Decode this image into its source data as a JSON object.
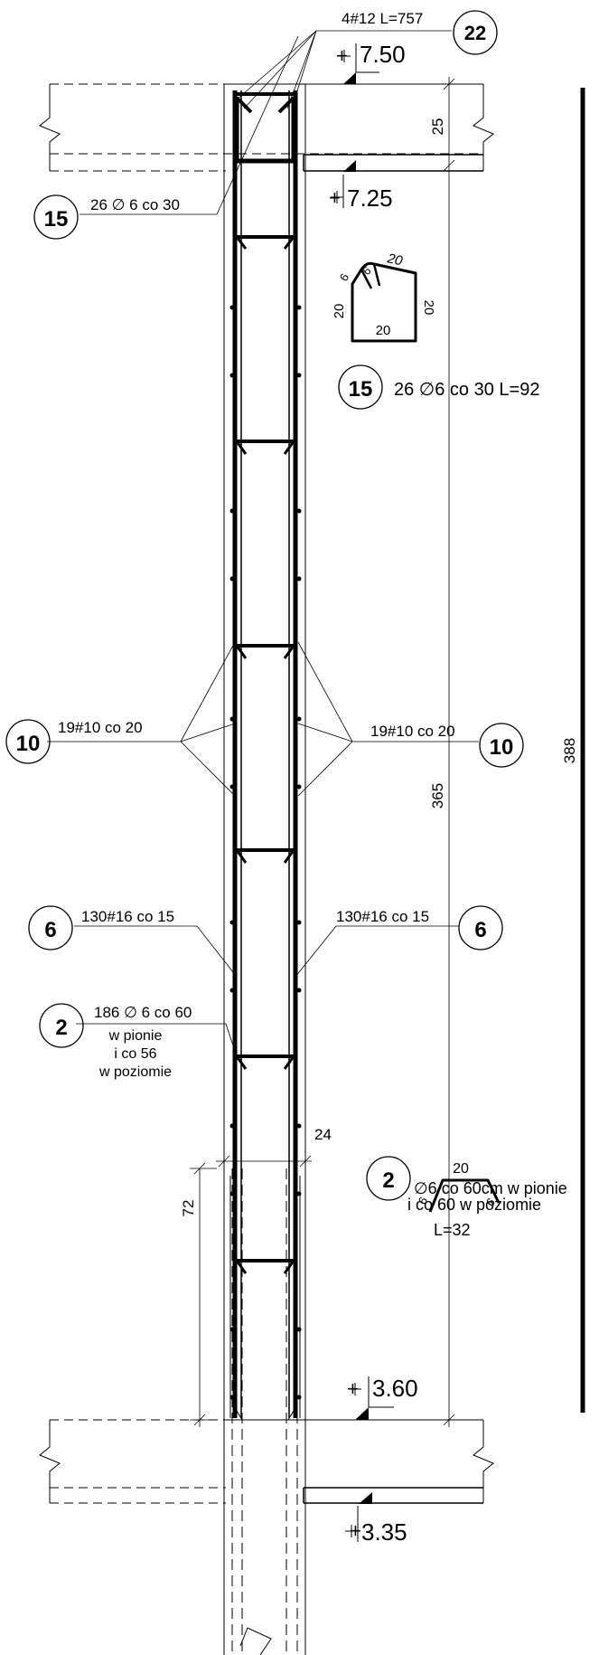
{
  "elevations": {
    "top_outer": "7.50",
    "top_inner": "7.25",
    "bottom_outer": "3.60",
    "bottom_inner": "3.35",
    "prefix": "+"
  },
  "callouts": {
    "c22": {
      "num": "22",
      "text": "4#12 L=757"
    },
    "c15": {
      "num": "15",
      "text": "26 ∅ 6 co 30"
    },
    "c10_left": {
      "num": "10",
      "text": "19#10 co 20"
    },
    "c10_right": {
      "num": "10",
      "text": "19#10 co 20"
    },
    "c6_left": {
      "num": "6",
      "text": "130#16 co 15"
    },
    "c6_right": {
      "num": "6",
      "text": "130#16 co 15"
    },
    "c2": {
      "num": "2",
      "text1": "186 ∅ 6 co 60",
      "text2": "w  pionie",
      "text3": "i  co  56",
      "text4": "w  poziomie"
    }
  },
  "dimensions": {
    "d25": "25",
    "d365": "365",
    "d388": "388",
    "d24": "24",
    "d72": "72"
  },
  "stirrup_detail": {
    "num": "15",
    "label": "26 ∅6  co  30  L=92",
    "top": "20",
    "left": "20",
    "right": "20",
    "bottom": "20",
    "hook1": "6",
    "hook2": "6"
  },
  "pin_detail": {
    "num": "2",
    "width": "20",
    "hook_left": "6",
    "hook_right": "6",
    "line1": "∅6  co  60cm  w  pionie",
    "line2": "i  co  60  w  poziomie",
    "line3": "L=32"
  }
}
